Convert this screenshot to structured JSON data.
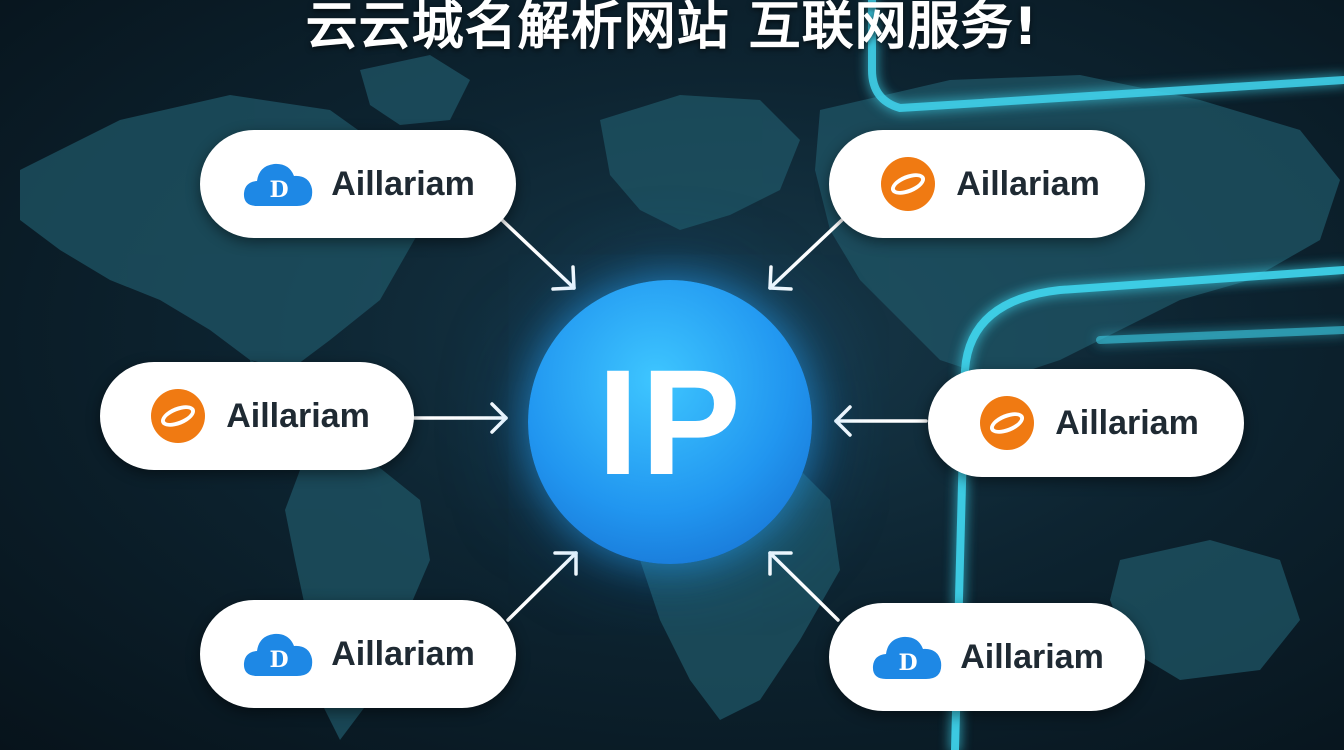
{
  "title": "云云城名解析网站 互联网服务!",
  "center": {
    "label": "IP"
  },
  "nodes": [
    {
      "id": "top-left",
      "label": "Aillariam",
      "logo": "cloud-d-icon"
    },
    {
      "id": "top-right",
      "label": "Aillariam",
      "logo": "orange-ring-icon"
    },
    {
      "id": "middle-left",
      "label": "Aillariam",
      "logo": "orange-ring-icon"
    },
    {
      "id": "middle-right",
      "label": "Aillariam",
      "logo": "orange-ring-icon"
    },
    {
      "id": "bottom-left",
      "label": "Aillariam",
      "logo": "cloud-d-icon"
    },
    {
      "id": "bottom-right",
      "label": "Aillariam",
      "logo": "cloud-d-icon"
    }
  ],
  "colors": {
    "background": "#0d2431",
    "map": "#1f5566",
    "glow_line": "#3fd4ec",
    "ip_circle": "#2196f0",
    "cloud_logo": "#1e88e5",
    "ring_logo": "#f07a12",
    "pill": "#ffffff",
    "arrow": "#ffffff"
  }
}
